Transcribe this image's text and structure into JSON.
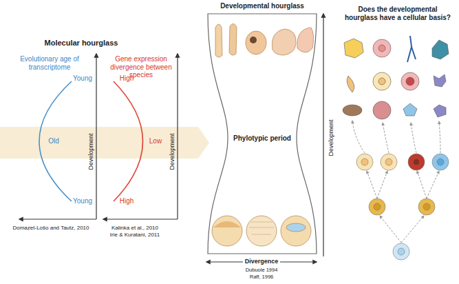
{
  "diagram": {
    "nodes": [
      {
        "text": [
          "Developmental hourglass",
          "Phylotypic period"
        ]
      }
    ],
    "labels": [
      "Molecular hourglass",
      "Evolutionary age of transcriptome",
      "Gene expression divergence between species",
      "Young",
      "Old",
      "Young",
      "High",
      "Low",
      "High",
      "Development",
      "Development",
      "Domazet-Lošo and Tautz, 2010",
      "Kalinka et al., 2010",
      "Irie & Kuratani, 2011",
      "Divergence",
      "Dubuole 1994",
      "Raff, 1996",
      "Development",
      "Does the developmental hourglass have a cellular basis?"
    ]
  }
}
